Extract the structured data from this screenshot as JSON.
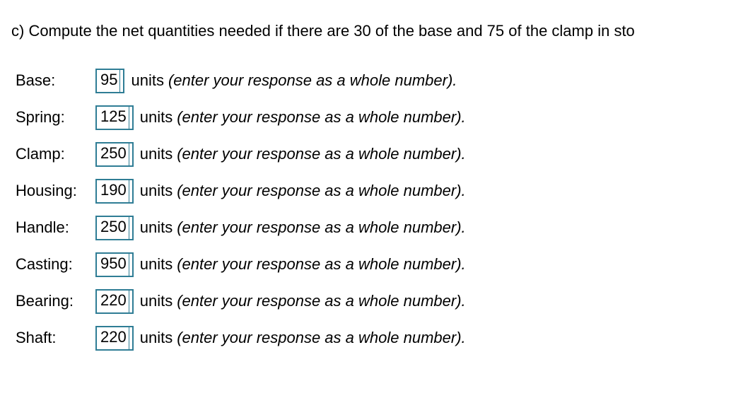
{
  "colors": {
    "answer_box_border": "#2f7d95",
    "page_background": "#ffffff",
    "text_color": "#000000"
  },
  "question": {
    "prompt": "c) Compute the net quantities needed if there are 30 of the base and 75 of the clamp in sto"
  },
  "answer_rows": [
    {
      "label": "Base:",
      "value": "95",
      "units_label": "units",
      "hint": "(enter your response as a whole number)."
    },
    {
      "label": "Spring:",
      "value": "125",
      "units_label": "units",
      "hint": "(enter your response as a whole number)."
    },
    {
      "label": "Clamp:",
      "value": "250",
      "units_label": "units",
      "hint": "(enter your response as a whole number)."
    },
    {
      "label": "Housing:",
      "value": "190",
      "units_label": "units",
      "hint": "(enter your response as a whole number)."
    },
    {
      "label": "Handle:",
      "value": "250",
      "units_label": "units",
      "hint": "(enter your response as a whole number)."
    },
    {
      "label": "Casting:",
      "value": "950",
      "units_label": "units",
      "hint": "(enter your response as a whole number)."
    },
    {
      "label": "Bearing:",
      "value": "220",
      "units_label": "units",
      "hint": "(enter your response as a whole number)."
    },
    {
      "label": "Shaft:",
      "value": "220",
      "units_label": "units",
      "hint": "(enter your response as a whole number)."
    }
  ]
}
